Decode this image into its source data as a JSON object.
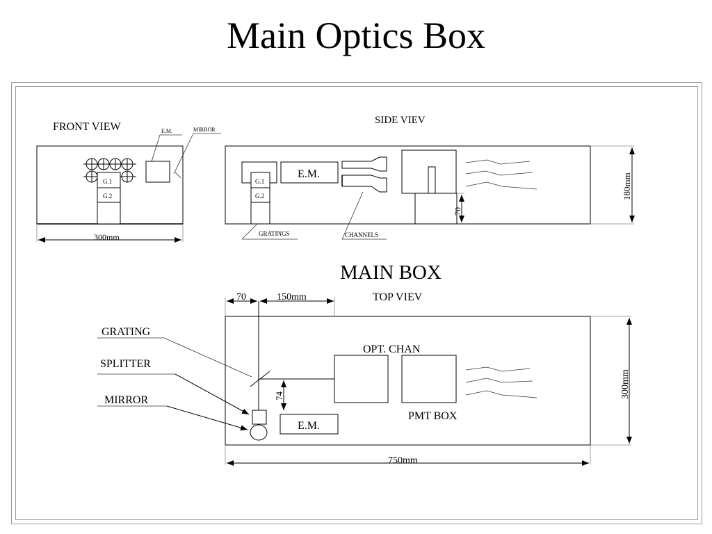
{
  "title": "Main Optics Box",
  "front_view": {
    "heading": "FRONT VIEW",
    "em_label": "E.M.",
    "mirror_label": "MIRROR",
    "g1": "G.1",
    "g2": "G.2",
    "width_label": "300mm"
  },
  "side_view": {
    "heading": "SIDE VIEV",
    "em_label": "E.M.",
    "g1": "G.1",
    "g2": "G.2",
    "gratings_label": "GRATINGS",
    "channels_label": "CHANNELS",
    "dim_70": "70",
    "height_label": "180mm"
  },
  "main_box": {
    "heading": "MAIN BOX",
    "top_view_heading": "TOP VIEV",
    "dim_70": "70",
    "dim_150": "150mm",
    "grating_label": "GRATING",
    "splitter_label": "SPLITTER",
    "mirror_label": "MIRROR",
    "dim_74": "74",
    "em_label": "E.M.",
    "opt_chan_label": "OPT. CHAN",
    "pmt_box_label": "PMT BOX",
    "height_label": "300mm",
    "width_label": "750mm"
  }
}
